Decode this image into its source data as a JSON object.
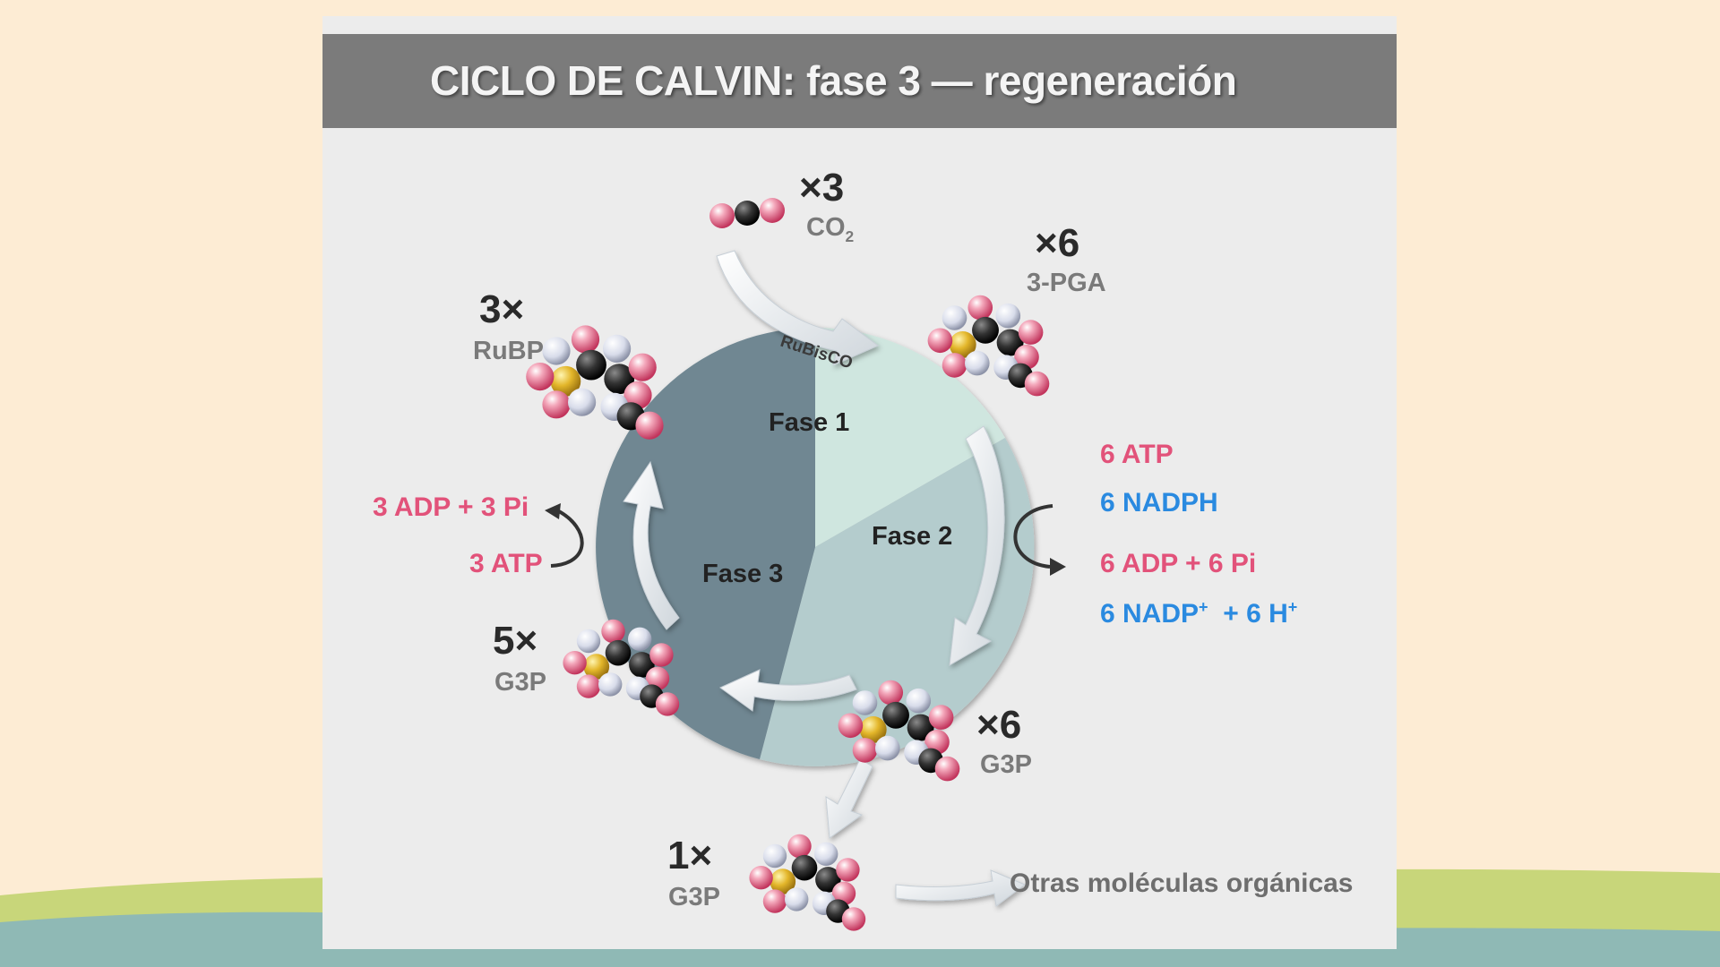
{
  "title": "CICLO DE CALVIN: fase 3 — regeneración",
  "diagram": {
    "co2": {
      "multiplier": "×3",
      "name": "CO",
      "subscript": "2"
    },
    "pga": {
      "multiplier": "×6",
      "name": "3-PGA"
    },
    "rubp": {
      "multiplier": "3×",
      "name": "RuBP"
    },
    "enzyme": "RuBisCO",
    "phases": {
      "phase1": "Fase 1",
      "phase2": "Fase 2",
      "phase3": "Fase 3"
    },
    "phase2_inputs": {
      "atp": "6 ATP",
      "nadph": "6 NADPH"
    },
    "phase2_outputs": {
      "adp": "6 ADP + 6 Pi",
      "nadp": "6 NADP",
      "nadp_sup": "+",
      "h": "+ 6 H",
      "h_sup": "+"
    },
    "phase3_inputs": {
      "atp": "3 ATP"
    },
    "phase3_outputs": {
      "adp": "3 ADP + 3 Pi"
    },
    "g3p_recycled": {
      "multiplier": "5×",
      "name": "G3P"
    },
    "g3p_total": {
      "multiplier": "×6",
      "name": "G3P"
    },
    "g3p_exported": {
      "multiplier": "1×",
      "name": "G3P"
    },
    "other_molecules": "Otras moléculas orgánicas"
  },
  "colors": {
    "background": "#fdecd4",
    "hill_green": "#c8d67a",
    "hill_teal": "#8fb9b5",
    "slide_bg": "#ececec",
    "title_bar": "#7b7b7b",
    "phase1_fill": "#cfe6df",
    "phase2_fill": "#b4cccd",
    "phase3_fill": "#6f8792",
    "pink_text": "#e2527a",
    "blue_text": "#2a8ae0"
  }
}
